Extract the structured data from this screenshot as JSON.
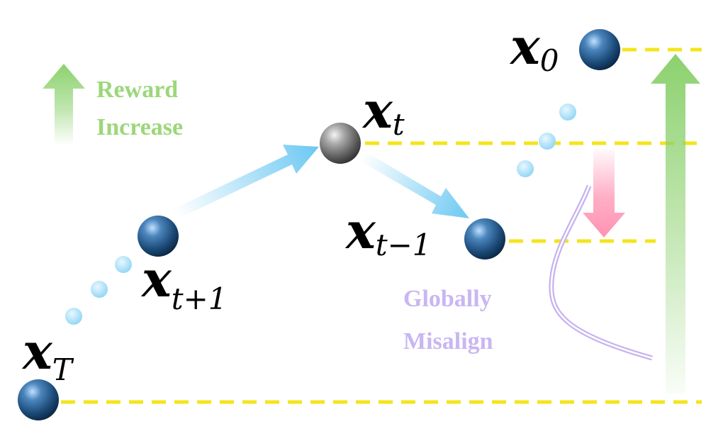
{
  "colors": {
    "dashed_line": "#f4e41c",
    "reward_arrow": "#8cd16e",
    "step_arrow": "#6cc8f2",
    "drop_arrow": "#ff93b3",
    "misalign_text": "#c9b6f2",
    "misalign_curve": "#c6b3ef",
    "reward_text": "#9cd77a",
    "ball_blue": "#1e4f7e",
    "ball_gray": "#6f6f6f",
    "dot_blue": "#a7def6"
  },
  "labels": {
    "x0": {
      "base": "x",
      "sub": "0"
    },
    "xt": {
      "base": "x",
      "sub": "t"
    },
    "xt_minus_1": {
      "base": "x",
      "sub": "t−1"
    },
    "xt_plus_1": {
      "base": "x",
      "sub": "t+1"
    },
    "xT": {
      "base": "x",
      "sub": "T"
    }
  },
  "legend": {
    "line1": "Reward",
    "line2": "Increase",
    "icon": "up-arrow-icon"
  },
  "annotation": {
    "line1": "Globally",
    "line2": "Misalign"
  }
}
